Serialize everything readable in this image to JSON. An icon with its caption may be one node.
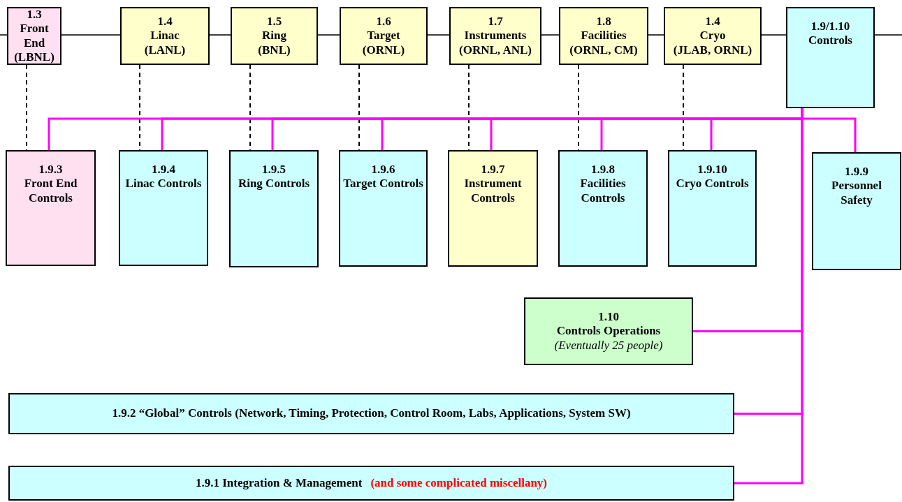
{
  "diagram": {
    "nodes": [
      {
        "text": [
          "1.3",
          "Front End",
          "(LBNL)"
        ]
      },
      {
        "text": [
          "1.4",
          "Linac",
          "(LANL)"
        ]
      },
      {
        "text": [
          "1.5",
          "Ring",
          "(BNL)"
        ]
      },
      {
        "text": [
          "1.6",
          "Target",
          "(ORNL)"
        ]
      },
      {
        "text": [
          "1.7",
          "Instruments",
          "(ORNL, ANL)"
        ]
      },
      {
        "text": [
          "1.8",
          "Facilities",
          "(ORNL, CM)"
        ]
      },
      {
        "text": [
          "1.4",
          "Cryo",
          "(JLAB, ORNL)"
        ]
      },
      {
        "text": [
          "1.9/1.10",
          "Controls"
        ]
      },
      {
        "text": [
          "1.9.3",
          "Front End Controls"
        ]
      },
      {
        "text": [
          "1.9.4",
          "Linac Controls"
        ]
      },
      {
        "text": [
          "1.9.5",
          "Ring Controls"
        ]
      },
      {
        "text": [
          "1.9.6",
          "Target Controls"
        ]
      },
      {
        "text": [
          "1.9.7",
          "Instrument Controls"
        ]
      },
      {
        "text": [
          "1.9.8",
          "Facilities Controls"
        ]
      },
      {
        "text": [
          "1.9.10",
          "Cryo Controls"
        ]
      },
      {
        "text": [
          "1.9.9",
          "Personnel Safety"
        ]
      },
      {
        "text": [
          "1.10",
          "Controls Operations",
          "(Eventually 25 people)"
        ]
      },
      {
        "text": [
          "1.9.2 “Global” Controls  (Network, Timing, Protection, Control Room, Labs, Applications, System SW)"
        ]
      },
      {
        "text": [
          "1.9.1 Integration & Management",
          "(and some complicated miscellany)"
        ]
      }
    ],
    "edges": [
      {
        "from": null,
        "to": 0,
        "arrow": "none"
      },
      {
        "from": 0,
        "to": 1,
        "arrow": "none"
      },
      {
        "from": 1,
        "to": 2,
        "arrow": "none"
      },
      {
        "from": 2,
        "to": 3,
        "arrow": "none"
      },
      {
        "from": 3,
        "to": 4,
        "arrow": "none"
      },
      {
        "from": 4,
        "to": 5,
        "arrow": "none"
      },
      {
        "from": 5,
        "to": 6,
        "arrow": "none"
      },
      {
        "from": 6,
        "to": 7,
        "arrow": "none"
      },
      {
        "from": 7,
        "to": null,
        "arrow": "none"
      },
      {
        "from": 0,
        "to": 8,
        "arrow": "none",
        "style": "dashed"
      },
      {
        "from": 1,
        "to": 9,
        "arrow": "none",
        "style": "dashed"
      },
      {
        "from": 2,
        "to": 10,
        "arrow": "none",
        "style": "dashed"
      },
      {
        "from": 3,
        "to": 11,
        "arrow": "none",
        "style": "dashed"
      },
      {
        "from": 4,
        "to": 12,
        "arrow": "none",
        "style": "dashed"
      },
      {
        "from": 5,
        "to": 13,
        "arrow": "none",
        "style": "dashed"
      },
      {
        "from": 6,
        "to": 14,
        "arrow": "none",
        "style": "dashed"
      },
      {
        "from": 7,
        "to": 8,
        "arrow": "none",
        "color": "#ff00ff"
      },
      {
        "from": 7,
        "to": 9,
        "arrow": "none",
        "color": "#ff00ff"
      },
      {
        "from": 7,
        "to": 10,
        "arrow": "none",
        "color": "#ff00ff"
      },
      {
        "from": 7,
        "to": 11,
        "arrow": "none",
        "color": "#ff00ff"
      },
      {
        "from": 7,
        "to": 12,
        "arrow": "none",
        "color": "#ff00ff"
      },
      {
        "from": 7,
        "to": 13,
        "arrow": "none",
        "color": "#ff00ff"
      },
      {
        "from": 7,
        "to": 14,
        "arrow": "none",
        "color": "#ff00ff"
      },
      {
        "from": 7,
        "to": 15,
        "arrow": "none",
        "color": "#ff00ff"
      },
      {
        "from": 7,
        "to": 16,
        "arrow": "none",
        "color": "#ff00ff"
      },
      {
        "from": 7,
        "to": 17,
        "arrow": "none",
        "color": "#ff00ff"
      },
      {
        "from": 7,
        "to": 18,
        "arrow": "none",
        "color": "#ff00ff"
      }
    ]
  }
}
